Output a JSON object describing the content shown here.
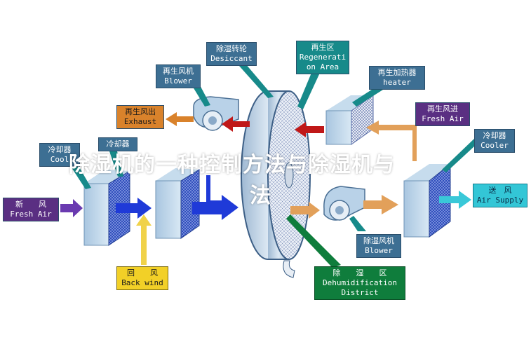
{
  "labels": {
    "desiccant": {
      "zh": "除湿转轮",
      "en": "Desiccant"
    },
    "regen_area": {
      "zh": "再生区",
      "en1": "Regenerati",
      "en2": "on Area"
    },
    "regen_blower": {
      "zh": "再生风机",
      "en": "Blower"
    },
    "regen_heater": {
      "zh": "再生加热器",
      "en": "heater"
    },
    "exhaust": {
      "zh": "再生风出",
      "en": "Exhaust"
    },
    "regen_fresh_air": {
      "zh": "再生风进",
      "en": "Fresh Air"
    },
    "cooler_right": {
      "zh": "冷却器",
      "en": "Cooler"
    },
    "cooler_left": {
      "zh": "冷却器",
      "en": "Cool"
    },
    "cooler_mid": {
      "zh": "冷却器"
    },
    "fresh_air": {
      "zh": "新　　风",
      "en": "Fresh Air"
    },
    "supply_air": {
      "zh": "送　风",
      "en": "Air Supply"
    },
    "back_wind": {
      "zh": "回　　风",
      "en": "Back wind"
    },
    "process_blower": {
      "zh": "除湿风机",
      "en": "Blower"
    },
    "dehum_district": {
      "zh": "除　　湿　　区",
      "en1": "Dehumidification",
      "en2": "District"
    }
  },
  "overlay": {
    "line1": "除湿机的一种控制方法与除湿机与",
    "line2": "法"
  },
  "colors": {
    "callout_blue": "#3d6f93",
    "callout_teal": "#178a8a",
    "callout_purple": "#5a2f82",
    "callout_orange": "#d9822b",
    "callout_yellow": "#f2d027",
    "callout_cyan": "#33c6d6",
    "callout_green": "#0f7d3c",
    "arrow_blue": "#1f3ad8",
    "arrow_purple": "#6a3ab0",
    "arrow_orange": "#e2a05a",
    "arrow_red": "#c01818",
    "arrow_yellow": "#f0d24a",
    "arrow_cyan": "#39c8d8"
  }
}
